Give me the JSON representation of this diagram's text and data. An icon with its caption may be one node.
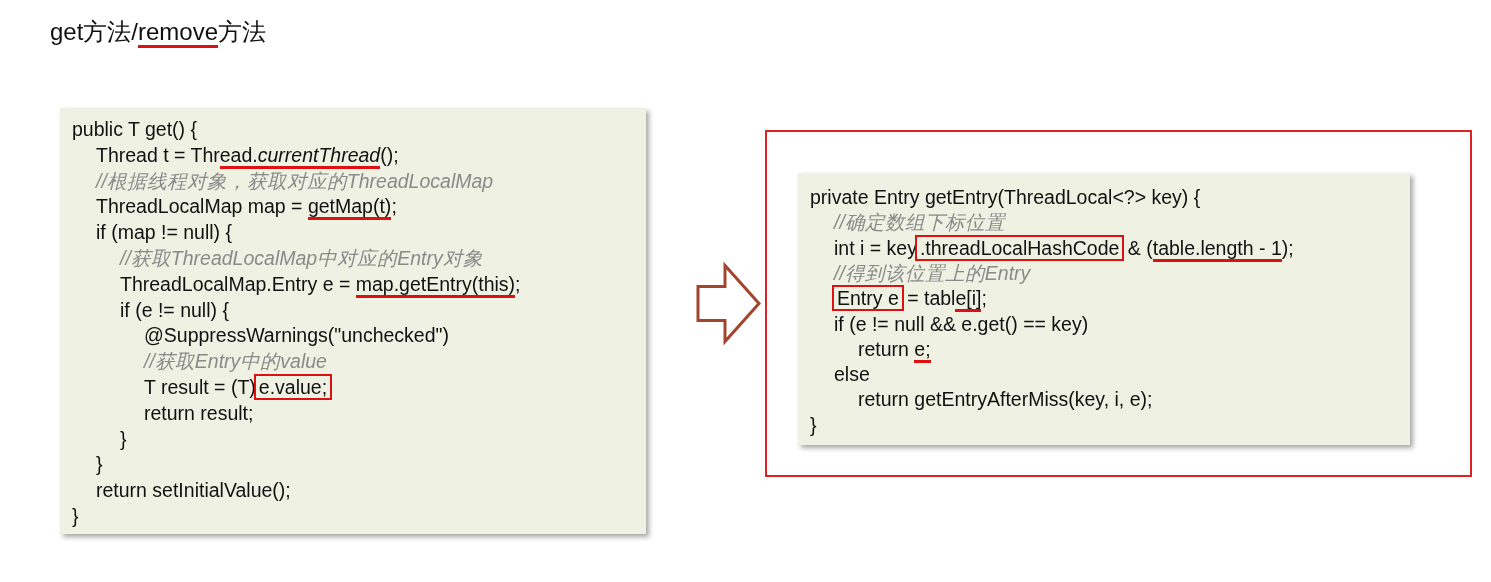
{
  "diagram": {
    "title": "get方法/remove方法",
    "nodes": [
      {
        "text": [
          "public T get() {",
          "Thread t = Thread.*currentThread*();",
          "//根据线程对象，获取对应的ThreadLocalMap",
          "ThreadLocalMap map = getMap(t);",
          "if (map != null) {",
          "//获取ThreadLocalMap中对应的Entry对象",
          "ThreadLocalMap.Entry e = map.getEntry(this);",
          "if (e != null) {",
          "@SuppressWarnings(\"unchecked\")",
          "//获取Entry中的value",
          "T result = (T)e.value;",
          "return result;",
          "}",
          "}",
          "return setInitialValue();",
          "}"
        ]
      },
      {
        "text": [],
        "shape": "box"
      },
      {
        "text": [
          "private Entry getEntry(ThreadLocal<?> key) {",
          "//确定数组下标位置",
          "int i = key.threadLocalHashCode & (table.length - 1);",
          "//得到该位置上的Entry",
          "Entry e = table[i];",
          "if (e != null && e.get() == key)",
          "return e;",
          "else",
          "return getEntryAfterMiss(key, i, e);",
          "}"
        ],
        "in": 1
      }
    ],
    "edges": [
      {
        "from": 0,
        "to": 1,
        "arrow": "to"
      }
    ]
  }
}
